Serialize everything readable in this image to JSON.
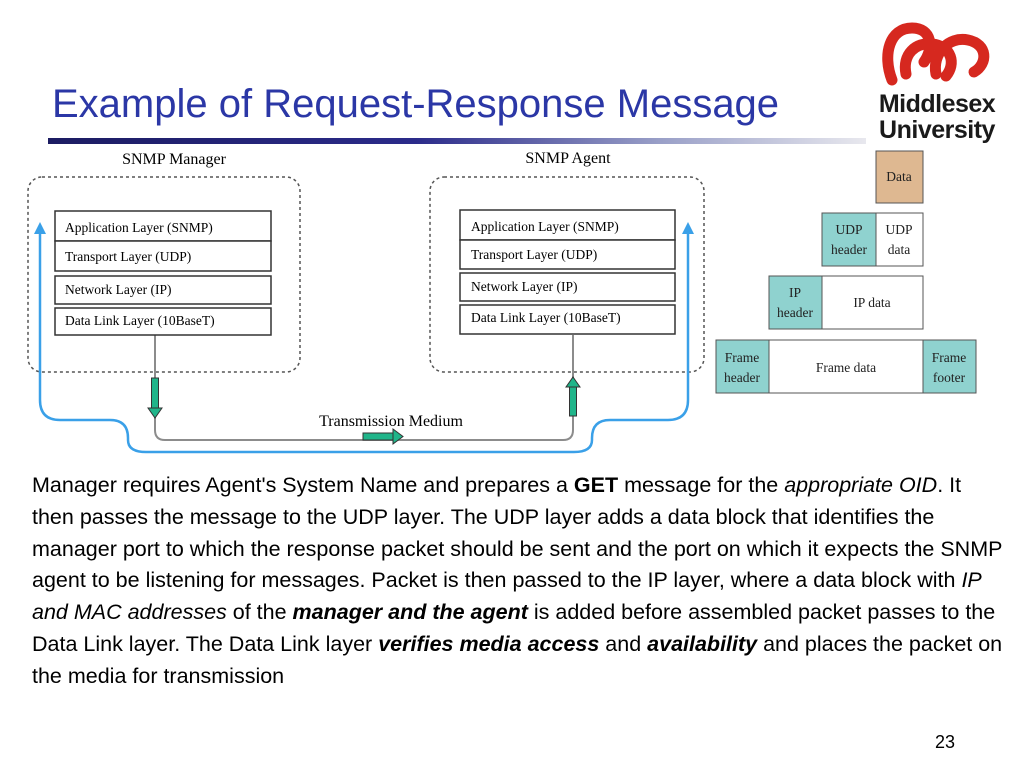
{
  "slide": {
    "title": "Example of Request-Response Message",
    "page_number": "23",
    "logo": {
      "line1": "Middlesex",
      "line2": "University",
      "mark_color": "#d6281f",
      "icon": "middlesex-logo-icon"
    }
  },
  "diagram": {
    "manager_label": "SNMP Manager",
    "agent_label": "SNMP Agent",
    "medium_label": "Transmission Medium",
    "manager_layers": [
      "Application Layer (SNMP)",
      "Transport Layer (UDP)",
      "Network Layer (IP)",
      "Data Link Layer (10BaseT)"
    ],
    "agent_layers": [
      "Application Layer (SNMP)",
      "Transport Layer (UDP)",
      "Network Layer (IP)",
      "Data Link Layer (10BaseT)"
    ],
    "encapsulation": {
      "data": "Data",
      "udp_header": [
        "UDP",
        "header"
      ],
      "udp_data": [
        "UDP",
        "data"
      ],
      "ip_header": [
        "IP",
        "header"
      ],
      "ip_data": "IP data",
      "frame_header": [
        "Frame",
        "header"
      ],
      "frame_data": "Frame data",
      "frame_footer": [
        "Frame",
        "footer"
      ]
    },
    "colors": {
      "path": "#3aa0e8",
      "arrow": "#20b58a",
      "data_cell": "#deb891",
      "header_cell": "#8fd2cf"
    }
  },
  "body": {
    "s1": "Manager requires Agent's System Name and prepares a ",
    "s2": "GET",
    "s3": " message for the ",
    "s4": "appropriate OID",
    "s5": ". It then passes the message to the UDP layer. The UDP layer adds a data block that identifies the manager port to which the response packet should be sent and the port on which it expects the SNMP agent to be listening for messages. Packet is then passed to the IP layer, where a data block with ",
    "s6": "IP and MAC addresses",
    "s7": " of the ",
    "s8": "manager and the agent",
    "s9": " is added before assembled packet passes to the Data Link layer. The Data Link layer ",
    "s10": "verifies media access",
    "s11": " and ",
    "s12": "availability",
    "s13": " and places the packet on the media for transmission"
  }
}
